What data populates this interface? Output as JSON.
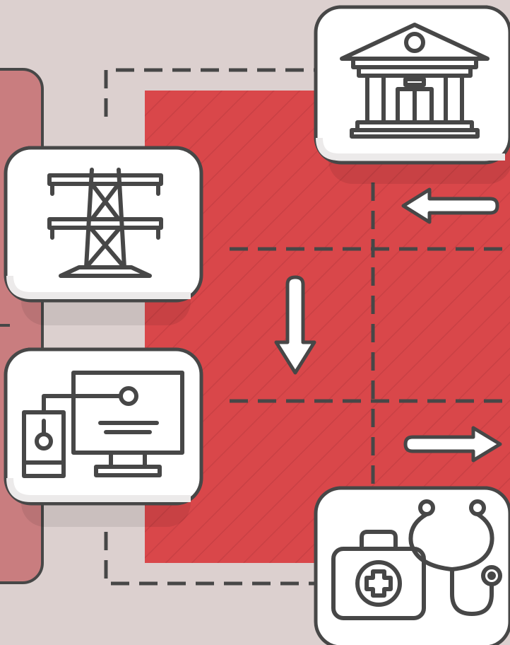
{
  "diagram": {
    "background_color": "#dcd0cf",
    "accent_color": "#d9474a",
    "panel_color": "#c97d7f",
    "stroke_color": "#474747",
    "tiles": [
      {
        "name": "bank-building-icon"
      },
      {
        "name": "power-tower-icon"
      },
      {
        "name": "computer-and-phone-icon"
      },
      {
        "name": "medical-kit-and-stethoscope-icon"
      }
    ],
    "arrows": [
      {
        "name": "arrow-left-icon",
        "direction": "left"
      },
      {
        "name": "arrow-down-icon",
        "direction": "down"
      },
      {
        "name": "arrow-right-icon",
        "direction": "right"
      }
    ]
  }
}
